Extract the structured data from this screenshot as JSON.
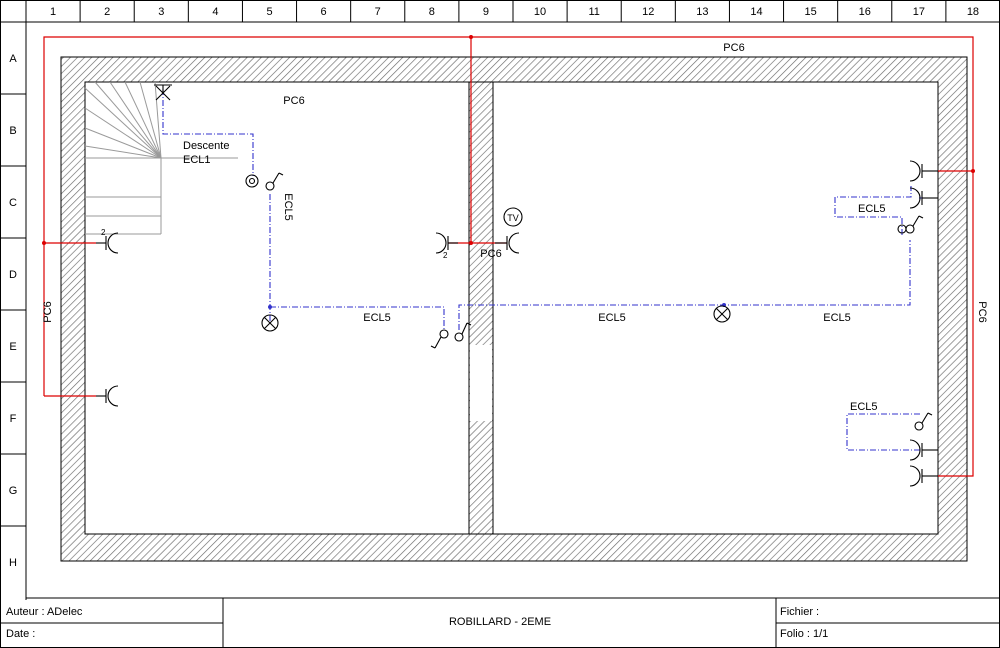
{
  "grid": {
    "columns": [
      "1",
      "2",
      "3",
      "4",
      "5",
      "6",
      "7",
      "8",
      "9",
      "10",
      "11",
      "12",
      "13",
      "14",
      "15",
      "16",
      "17",
      "18"
    ],
    "rows": [
      "A",
      "B",
      "C",
      "D",
      "E",
      "F",
      "G",
      "H"
    ]
  },
  "colors": {
    "frame": "#000000",
    "wall_hatch": "#666666",
    "power_line": "#dd0000",
    "lighting_line": "#3333cc",
    "stair": "#999999"
  },
  "labels": {
    "pc6_top": "PC6",
    "pc6_room_left": "PC6",
    "pc6_left_vertical": "PC6",
    "pc6_right_vertical": "PC6",
    "pc6_partition": "PC6",
    "descente": "Descente",
    "ecl1": "ECL1",
    "ecl5_vertical": "ECL5",
    "ecl5_left": "ECL5",
    "ecl5_center": "ECL5",
    "ecl5_right": "ECL5",
    "ecl5_upper_right": "ECL5",
    "ecl5_lower_right": "ECL5",
    "tv": "TV",
    "socket_qty_left": "2",
    "socket_qty_center": "2"
  },
  "cartouche": {
    "author": "Auteur : ADelec",
    "date": "Date :",
    "title": "ROBILLARD - 2EME",
    "file": "Fichier :",
    "folio": "Folio : 1/1"
  }
}
